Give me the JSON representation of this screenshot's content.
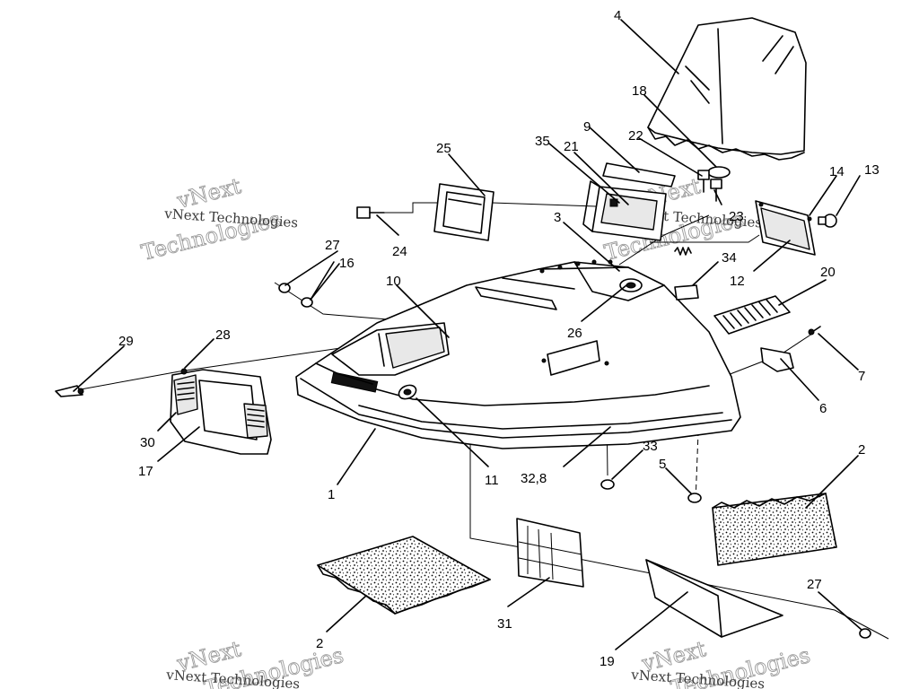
{
  "watermark": {
    "brand_big_1": "vNext",
    "brand_big_2": "Technologies",
    "brand_small": "vNext Technologies"
  },
  "callouts": [
    {
      "id": "c1",
      "label": "1"
    },
    {
      "id": "c2a",
      "label": "2"
    },
    {
      "id": "c2b",
      "label": "2"
    },
    {
      "id": "c3",
      "label": "3"
    },
    {
      "id": "c4",
      "label": "4"
    },
    {
      "id": "c5",
      "label": "5"
    },
    {
      "id": "c6",
      "label": "6"
    },
    {
      "id": "c7",
      "label": "7"
    },
    {
      "id": "c9",
      "label": "9"
    },
    {
      "id": "c10",
      "label": "10"
    },
    {
      "id": "c11",
      "label": "11"
    },
    {
      "id": "c12",
      "label": "12"
    },
    {
      "id": "c13",
      "label": "13"
    },
    {
      "id": "c14",
      "label": "14"
    },
    {
      "id": "c16",
      "label": "16"
    },
    {
      "id": "c17",
      "label": "17"
    },
    {
      "id": "c18",
      "label": "18"
    },
    {
      "id": "c19",
      "label": "19"
    },
    {
      "id": "c20",
      "label": "20"
    },
    {
      "id": "c21",
      "label": "21"
    },
    {
      "id": "c22",
      "label": "22"
    },
    {
      "id": "c23",
      "label": "23"
    },
    {
      "id": "c24",
      "label": "24"
    },
    {
      "id": "c25",
      "label": "25"
    },
    {
      "id": "c26",
      "label": "26"
    },
    {
      "id": "c27a",
      "label": "27"
    },
    {
      "id": "c27b",
      "label": "27"
    },
    {
      "id": "c28",
      "label": "28"
    },
    {
      "id": "c29",
      "label": "29"
    },
    {
      "id": "c30",
      "label": "30"
    },
    {
      "id": "c31",
      "label": "31"
    },
    {
      "id": "c328",
      "label": "32,8"
    },
    {
      "id": "c33",
      "label": "33"
    },
    {
      "id": "c34",
      "label": "34"
    },
    {
      "id": "c35",
      "label": "35"
    }
  ]
}
